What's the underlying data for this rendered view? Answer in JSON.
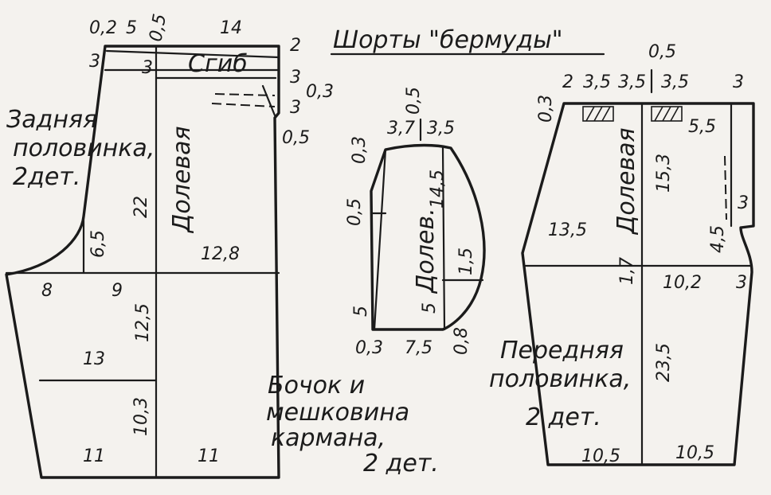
{
  "title": "Шорты \"бермуды\"",
  "back_half": {
    "name_line1": "Задняя",
    "name_line2": "половинка,",
    "name_line3": "2дет.",
    "grain_label": "Долевая",
    "fold_label": "Сгиб",
    "dims": {
      "top_a": "0,2",
      "top_b": "5",
      "top_c": "0,5",
      "top_d": "14",
      "left_3": "3",
      "inner_3": "3",
      "right_2": "2",
      "right_3a": "3",
      "right_03": "0,3",
      "right_3b": "3",
      "right_05": "0,5",
      "h22": "22",
      "crotch_65": "6,5",
      "w128": "12,8",
      "w8": "8",
      "w9": "9",
      "h125": "12,5",
      "w13": "13",
      "h103": "10,3",
      "bottom_11a": "11",
      "bottom_11b": "11"
    }
  },
  "pocket": {
    "name_line1": "Бочок и",
    "name_line2": "мешковина",
    "name_line3": "кармана,",
    "name_line4": "2 дет.",
    "grain_label": "Долев.",
    "dims": {
      "top_05": "0,5",
      "top_37": "3,7",
      "top_35": "3,5",
      "left_03": "0,3",
      "h145": "14,5",
      "left_05": "0,5",
      "right_15": "1,5",
      "left_5": "5",
      "inner_5": "5",
      "bottom_03": "0,3",
      "bottom_75": "7,5",
      "bottom_08": "0,8"
    }
  },
  "front_half": {
    "name_line1": "Передняя",
    "name_line2": "половинка,",
    "name_line3": "2 дет.",
    "grain_label": "Долевая",
    "dims": {
      "top_05": "0,5",
      "top_2": "2",
      "top_35a": "3,5",
      "top_35b": "3,5",
      "top_35c": "3,5",
      "top_3": "3",
      "left_03": "0,3",
      "right_55": "5,5",
      "h153": "15,3",
      "right_3a": "3",
      "w135": "13,5",
      "right_45": "4,5",
      "h17": "1,7",
      "w102": "10,2",
      "right_3b": "3",
      "h235": "23,5",
      "bottom_105a": "10,5",
      "bottom_105b": "10,5"
    }
  }
}
